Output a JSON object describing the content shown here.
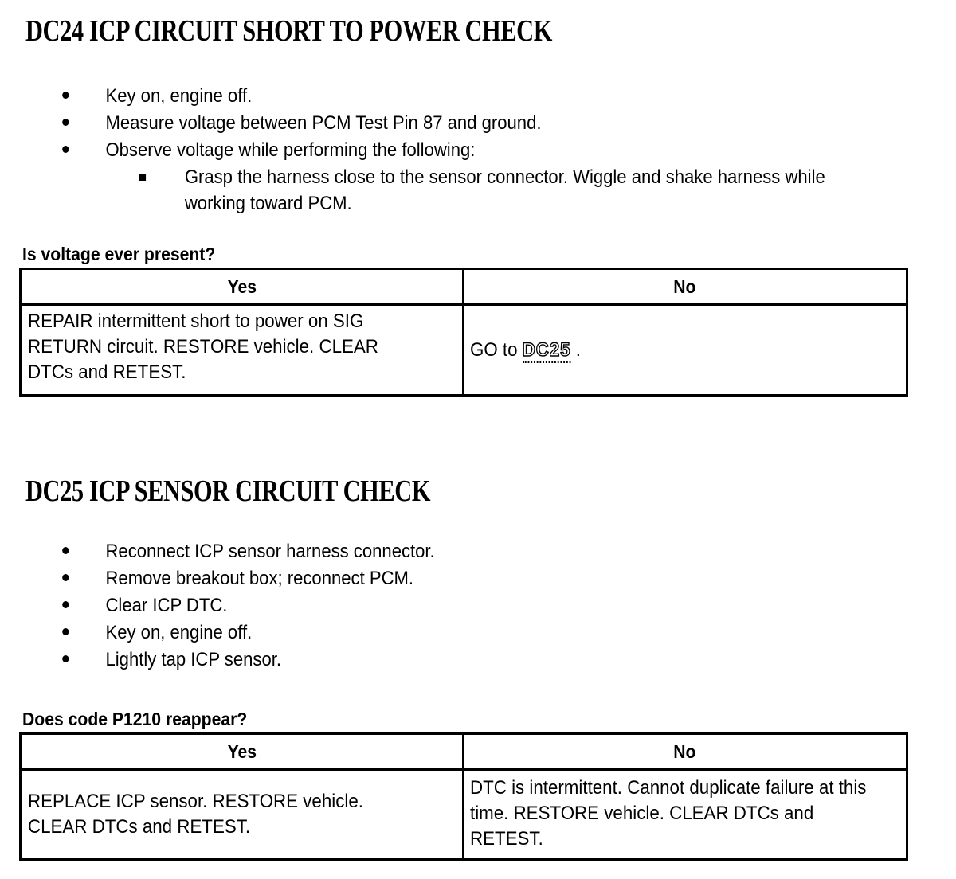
{
  "document": {
    "sections": [
      {
        "id": "dc24",
        "title": "DC24 ICP CIRCUIT SHORT TO POWER CHECK",
        "steps": [
          {
            "level": 1,
            "marker": "round-bullet",
            "text": "Key on, engine off."
          },
          {
            "level": 1,
            "marker": "round-bullet",
            "text": "Measure voltage between PCM Test Pin 87 and ground."
          },
          {
            "level": 1,
            "marker": "round-bullet",
            "text": "Observe voltage while performing the following:"
          },
          {
            "level": 2,
            "marker": "square-bullet",
            "text": "Grasp the harness close to the sensor connector. Wiggle and shake harness while working toward PCM."
          }
        ],
        "question": "Is voltage ever present?",
        "table": {
          "headers": [
            "Yes",
            "No"
          ],
          "yes_action": "REPAIR intermittent short to power on SIG RETURN circuit. RESTORE vehicle. CLEAR DTCs and RETEST.",
          "no_action_prefix": "GO to ",
          "no_action_link": "DC25",
          "no_action_suffix": " ."
        }
      },
      {
        "id": "dc25",
        "title": "DC25 ICP SENSOR CIRCUIT CHECK",
        "steps": [
          {
            "level": 1,
            "marker": "round-bullet",
            "text": "Reconnect ICP sensor harness connector."
          },
          {
            "level": 1,
            "marker": "round-bullet",
            "text": "Remove breakout box; reconnect PCM."
          },
          {
            "level": 1,
            "marker": "round-bullet",
            "text": "Clear ICP DTC."
          },
          {
            "level": 1,
            "marker": "round-bullet",
            "text": "Key on, engine off."
          },
          {
            "level": 1,
            "marker": "round-bullet",
            "text": "Lightly tap ICP sensor."
          }
        ],
        "question": "Does code P1210 reappear?",
        "table": {
          "headers": [
            "Yes",
            "No"
          ],
          "yes_action": "REPLACE ICP sensor. RESTORE vehicle. CLEAR DTCs and RETEST.",
          "no_action": "DTC is intermittent. Cannot duplicate failure at this time. RESTORE vehicle. CLEAR DTCs and RETEST."
        }
      }
    ]
  },
  "colors": {
    "text": "#000000",
    "background": "#ffffff",
    "rule": "#000000"
  }
}
